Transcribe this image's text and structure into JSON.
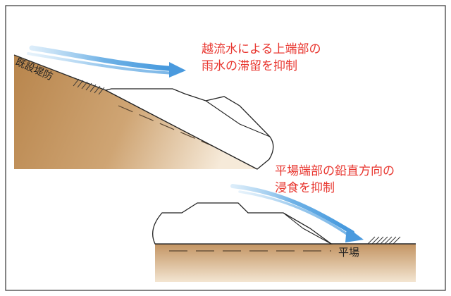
{
  "labels": {
    "existing_levee": "既設堤防",
    "upper_line1": "越流水による上端部の",
    "upper_line2": "雨水の滞留を抑制",
    "lower_line1": "平場端部の鉛直方向の",
    "lower_line2": "浸食を抑制",
    "flat_area": "平場"
  },
  "colors": {
    "soil": "#b5834b",
    "soil_light": "#e8d2b4",
    "water": "#5aa7e1",
    "text_red": "#e8362f",
    "frame": "#333333"
  }
}
